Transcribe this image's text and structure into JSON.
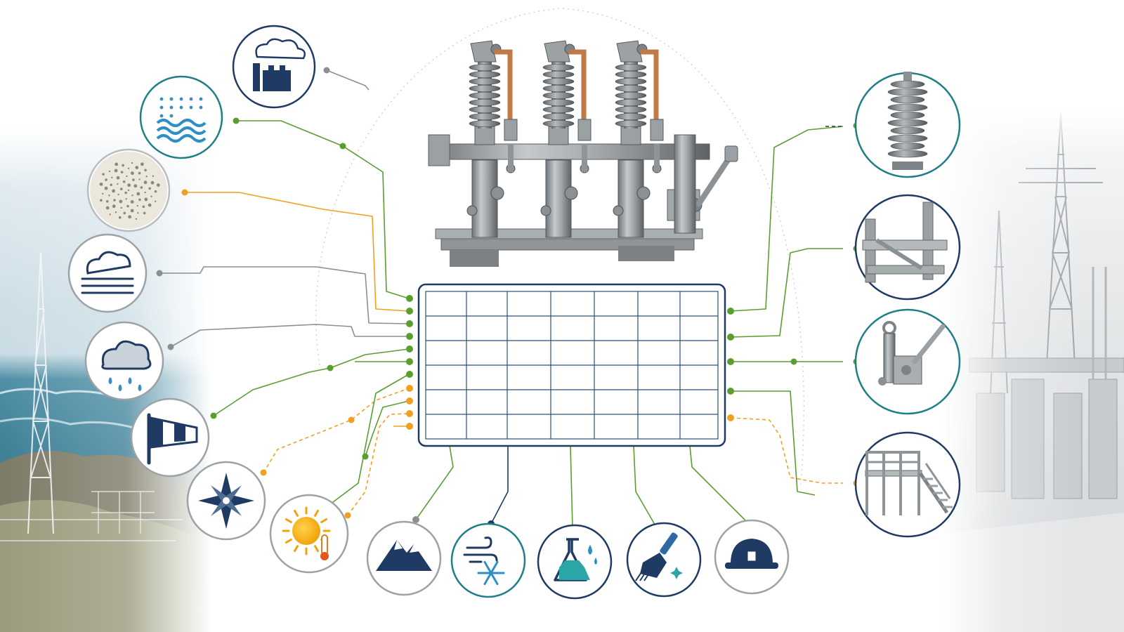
{
  "colors": {
    "green": "#5a9e2f",
    "orange": "#f0a020",
    "gray": "#8a8f94",
    "navy": "#1f3b63",
    "teal": "#1e7f86",
    "grid": "#2d4f7a"
  },
  "diagram": {
    "center_equipment": "three-pole-disconnector-switch",
    "table": {
      "rows": 6,
      "cols": 7,
      "cells_text": []
    },
    "left_factors": [
      {
        "icon": "industrial-pollution-icon",
        "line_color": "gray",
        "style": "solid"
      },
      {
        "icon": "salt-spray-humidity-icon",
        "line_color": "green",
        "style": "solid"
      },
      {
        "icon": "dust-particles-icon",
        "line_color": "orange",
        "style": "solid"
      },
      {
        "icon": "fog-icon",
        "line_color": "gray",
        "style": "solid"
      },
      {
        "icon": "rain-cloud-icon",
        "line_color": "gray",
        "style": "solid"
      },
      {
        "icon": "wind-sock-icon",
        "line_color": "green",
        "style": "solid"
      },
      {
        "icon": "compass-rose-icon",
        "line_color": "orange",
        "style": "dashed"
      },
      {
        "icon": "sun-temperature-icon",
        "line_color": "orange",
        "style": "dashed"
      }
    ],
    "bottom_factors": [
      {
        "icon": "mountain-altitude-icon",
        "line_color": "gray"
      },
      {
        "icon": "wind-snow-icon",
        "line_color": "navy"
      },
      {
        "icon": "chemical-flask-icon",
        "line_color": "green"
      },
      {
        "icon": "cleaning-brush-icon",
        "line_color": "green"
      },
      {
        "icon": "safety-helmet-icon",
        "line_color": "green"
      }
    ],
    "right_components": [
      {
        "icon": "insulator-icon",
        "line_color": "green",
        "style": "solid"
      },
      {
        "icon": "steel-frame-icon",
        "line_color": "green",
        "style": "solid"
      },
      {
        "icon": "operating-mechanism-icon",
        "line_color": "green",
        "style": "solid"
      },
      {
        "icon": "maintenance-platform-icon",
        "line_color": "orange",
        "style": "dashed"
      }
    ]
  }
}
